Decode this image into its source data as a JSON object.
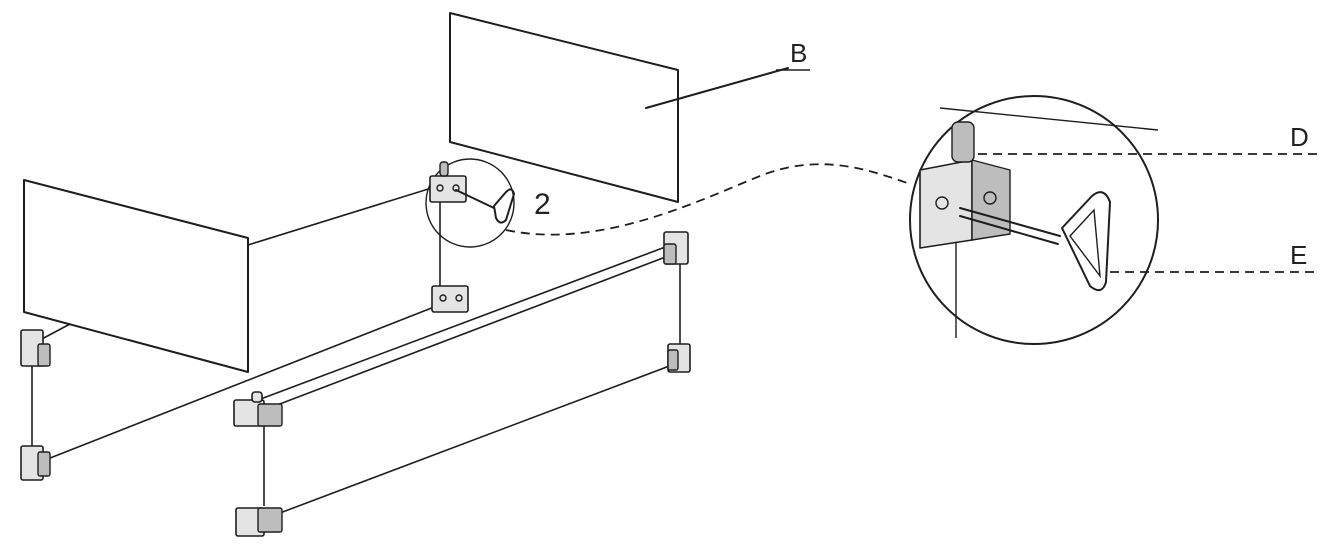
{
  "labels": {
    "b": "B",
    "detail": "2",
    "d": "D",
    "e": "E"
  }
}
